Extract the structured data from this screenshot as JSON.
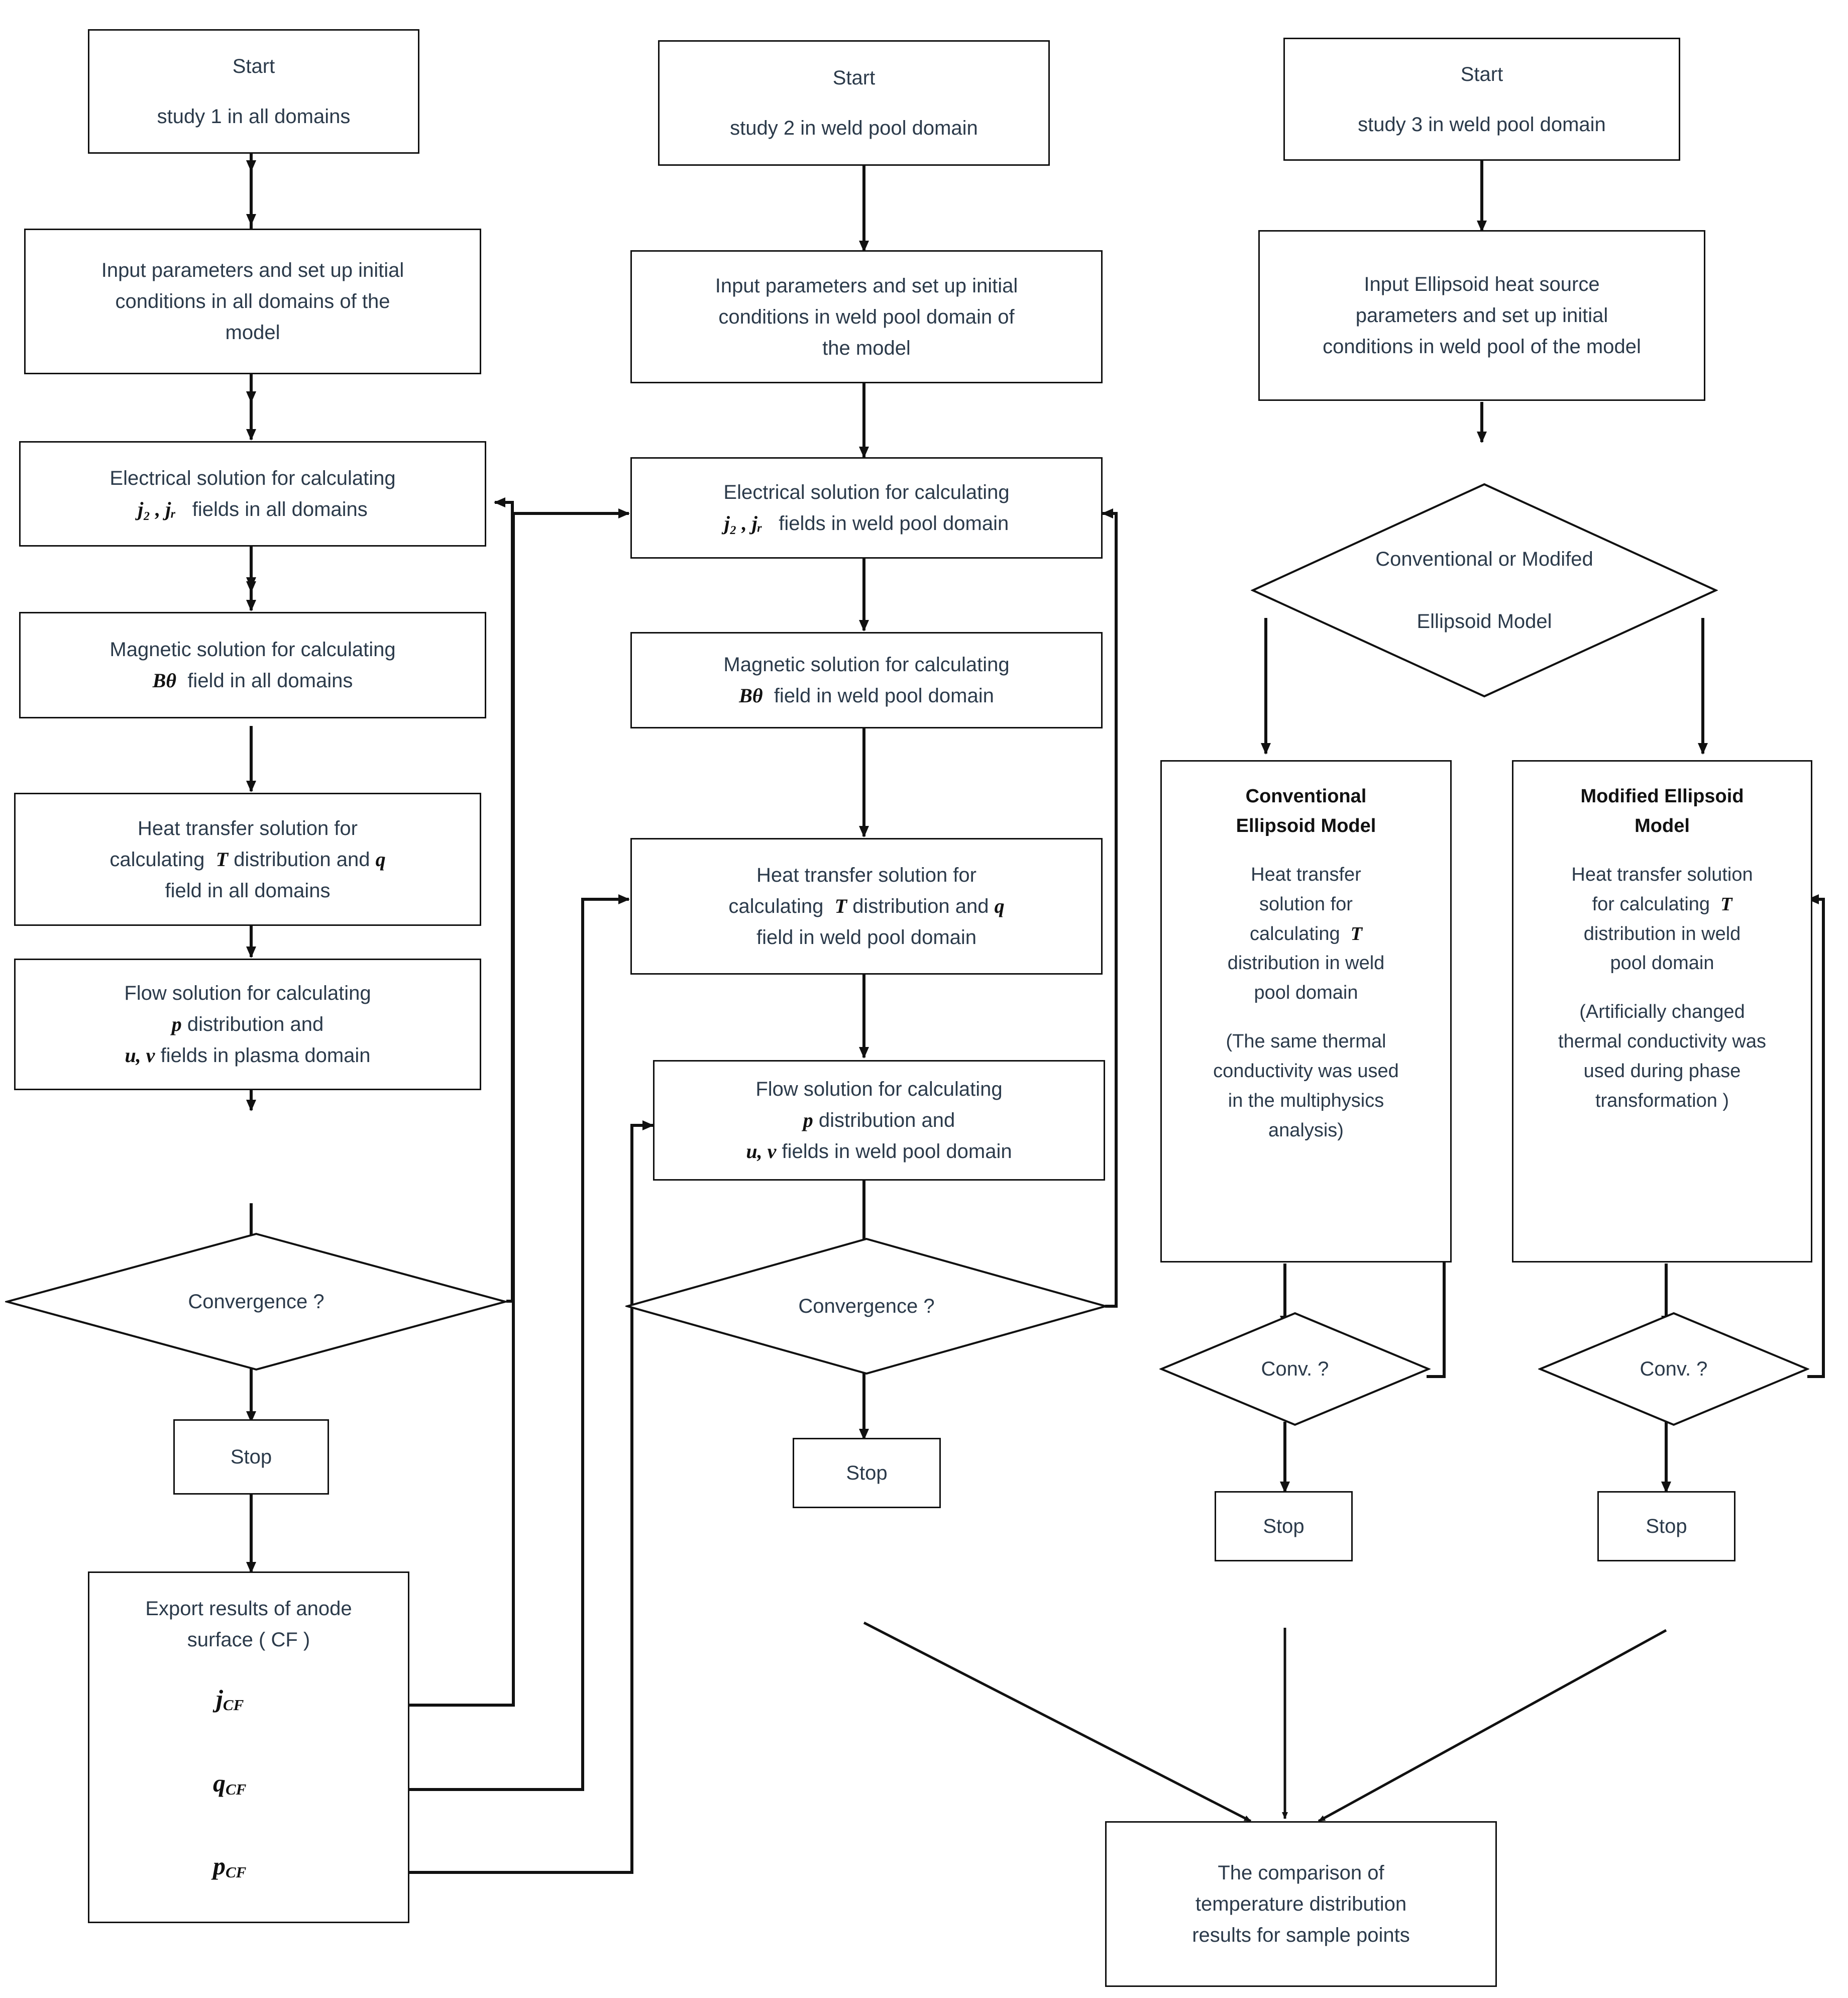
{
  "diagram": {
    "title": "Multiphysics welding simulation flowchart",
    "colors": {
      "stroke": "#111111",
      "text": "#2b3a4a",
      "background": "#ffffff"
    }
  },
  "columns": [
    {
      "id": "study-1",
      "nodes": {
        "start": {
          "line1": "Start",
          "line2": "study 1 in all domains"
        },
        "input": {
          "line1": "Input parameters and set up initial",
          "line2": "conditions in all domains of the",
          "line3": "model"
        },
        "electrical": {
          "line1": "Electrical solution for calculating",
          "symbol": "j₂ , jᵣ",
          "line2": "fields in all domains"
        },
        "magnetic": {
          "line1": "Magnetic solution for calculating",
          "symbol": "Bθ",
          "line2": "field  in all domains"
        },
        "heat": {
          "line1": "Heat transfer solution for",
          "line2a": "calculating",
          "symbol1": "T",
          "line2b": "distribution and",
          "symbol2": "q",
          "line3": "field in all domains"
        },
        "flow": {
          "line1": "Flow solution for calculating",
          "symbol1": "p",
          "line2": "distribution and",
          "symbol2": "u, v",
          "line3": "fields in plasma domain"
        },
        "convergence": {
          "label": "Convergence ?"
        },
        "stop": {
          "label": "Stop"
        },
        "export": {
          "line1": "Export results of anode",
          "line2": "surface ( CF )",
          "items": [
            "j",
            "q",
            "p"
          ],
          "subscript": "CF"
        }
      }
    },
    {
      "id": "study-2",
      "nodes": {
        "start": {
          "line1": "Start",
          "line2": "study 2 in weld pool domain"
        },
        "input": {
          "line1": "Input parameters and set up initial",
          "line2": "conditions in weld pool domain of",
          "line3": "the model"
        },
        "electrical": {
          "line1": "Electrical solution for calculating",
          "symbol": "j₂ , jᵣ",
          "line2": "fields in weld pool domain"
        },
        "magnetic": {
          "line1": "Magnetic solution for calculating",
          "symbol": "Bθ",
          "line2": "field  in weld pool domain"
        },
        "heat": {
          "line1": "Heat transfer solution for",
          "line2a": "calculating",
          "symbol1": "T",
          "line2b": "distribution and",
          "symbol2": "q",
          "line3": "field in weld pool domain"
        },
        "flow": {
          "line1": "Flow solution for calculating",
          "symbol1": "p",
          "line2": "distribution and",
          "symbol2": "u, v",
          "line3": "fields in weld pool domain"
        },
        "convergence": {
          "label": "Convergence ?"
        },
        "stop": {
          "label": "Stop"
        }
      }
    },
    {
      "id": "study-3",
      "nodes": {
        "start": {
          "line1": "Start",
          "line2": "study 3 in weld pool domain"
        },
        "input": {
          "line1": "Input Ellipsoid heat source",
          "line2": "parameters and set up initial",
          "line3": "conditions in weld pool of the model"
        },
        "decision": {
          "line1": "Conventional or Modifed",
          "line2": "Ellipsoid Model"
        },
        "conventional": {
          "title1": "Conventional",
          "title2": "Ellipsoid Model",
          "body1": "Heat transfer",
          "body2": "solution for",
          "body3a": "calculating",
          "symbol": "T",
          "body4": "distribution in weld",
          "body5": "pool  domain",
          "note1": "(The same thermal",
          "note2": "conductivity was used",
          "note3": "in the multiphysics",
          "note4": "analysis)"
        },
        "modified": {
          "title1": "Modified Ellipsoid",
          "title2": "Model",
          "body1": "Heat transfer solution",
          "body2a": "for calculating",
          "symbol": "T",
          "body3": "distribution in weld",
          "body4": "pool  domain",
          "note1": "(Artificially changed",
          "note2": "thermal conductivity was",
          "note3": "used during phase",
          "note4": "transformation )"
        },
        "conv_left": {
          "label": "Conv. ?"
        },
        "conv_right": {
          "label": "Conv. ?"
        },
        "stop_left": {
          "label": "Stop"
        },
        "stop_right": {
          "label": "Stop"
        }
      }
    }
  ],
  "final": {
    "line1": "The comparison of",
    "line2": "temperature distribution",
    "line3": "results for sample points"
  }
}
